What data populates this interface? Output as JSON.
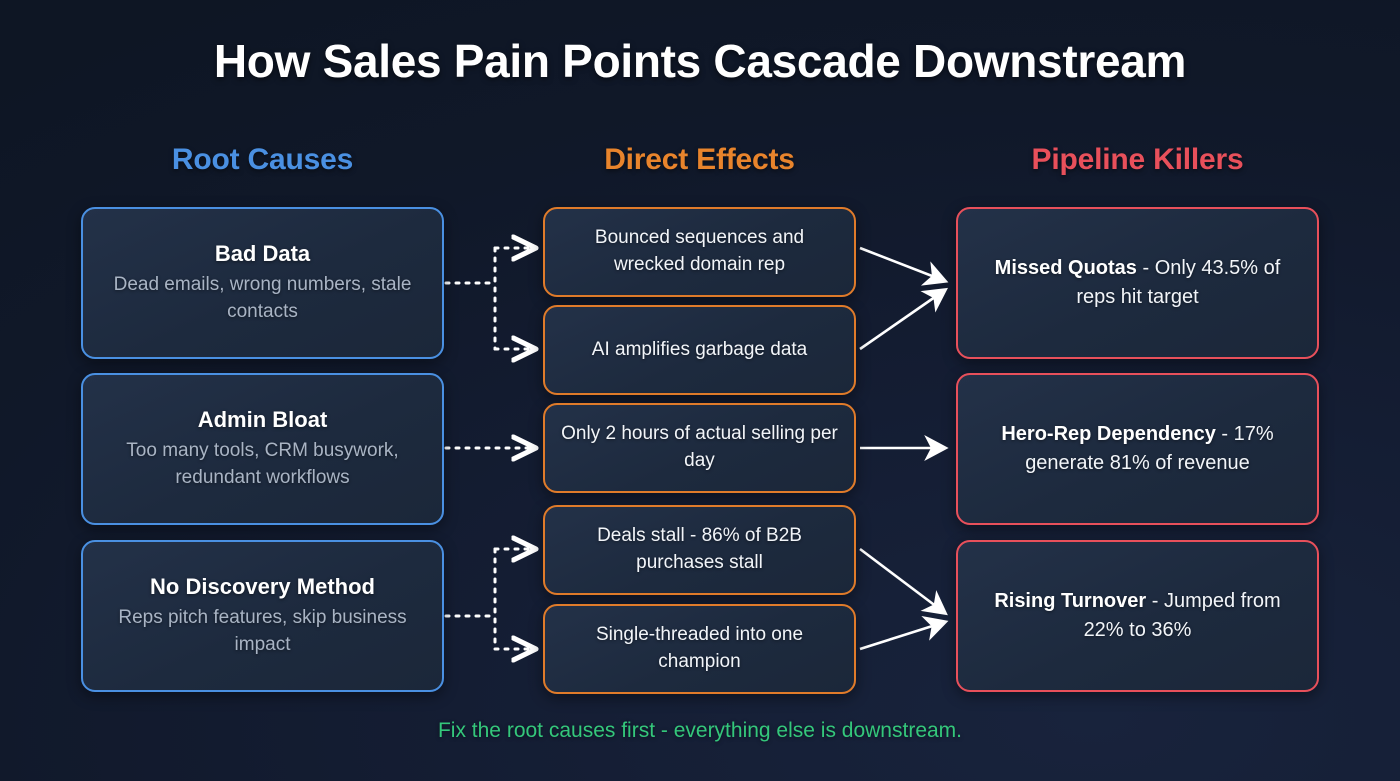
{
  "title": "How Sales Pain Points Cascade Downstream",
  "columns": [
    {
      "label": "Root Causes",
      "color": "#4a90e2"
    },
    {
      "label": "Direct Effects",
      "color": "#e8842c"
    },
    {
      "label": "Pipeline Killers",
      "color": "#e8505b"
    }
  ],
  "root_causes": [
    {
      "title": "Bad Data",
      "detail": "Dead emails, wrong numbers, stale contacts"
    },
    {
      "title": "Admin Bloat",
      "detail": "Too many tools, CRM busywork, redundant workflows"
    },
    {
      "title": "No Discovery Method",
      "detail": "Reps pitch features, skip business impact"
    }
  ],
  "direct_effects": [
    {
      "text": "Bounced sequences and wrecked domain rep"
    },
    {
      "text": "AI amplifies garbage data"
    },
    {
      "text": "Only 2 hours of actual selling per day"
    },
    {
      "text": "Deals stall - 86% of B2B purchases stall"
    },
    {
      "text": "Single-threaded into one champion"
    }
  ],
  "pipeline_killers": [
    {
      "label": "Missed Quotas",
      "stat": " - Only 43.5% of reps hit target"
    },
    {
      "label": "Hero-Rep Dependency",
      "stat": " - 17% generate 81% of revenue"
    },
    {
      "label": "Rising Turnover",
      "stat": " - Jumped from 22% to 36%"
    }
  ],
  "footer": "Fix the root causes first - everything else is downstream.",
  "theme": {
    "background": "#111a2e",
    "card_fill": "#1e2b3f",
    "root_border": "#4a90e2",
    "effect_border": "#e07b2a",
    "killer_border": "#e8505b",
    "footer_color": "#34c77b",
    "connector_color": "#ffffff"
  }
}
